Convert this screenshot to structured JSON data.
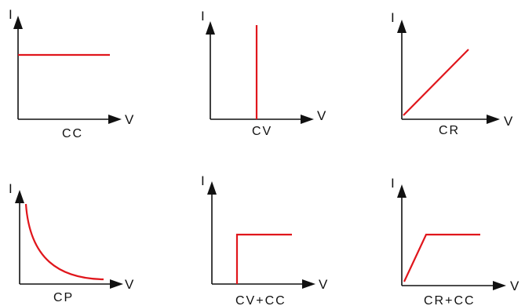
{
  "axis_labels": {
    "current": "I",
    "voltage": "V"
  },
  "colors": {
    "axis": "#111111",
    "curve": "#e0161c"
  },
  "panels": [
    {
      "mode": "CC",
      "curve": "constant-current"
    },
    {
      "mode": "CV",
      "curve": "constant-voltage"
    },
    {
      "mode": "CR",
      "curve": "constant-resistance"
    },
    {
      "mode": "CP",
      "curve": "constant-power"
    },
    {
      "mode": "CV+CC",
      "curve": "constant-voltage-then-current"
    },
    {
      "mode": "CR+CC",
      "curve": "constant-resistance-then-current"
    }
  ]
}
